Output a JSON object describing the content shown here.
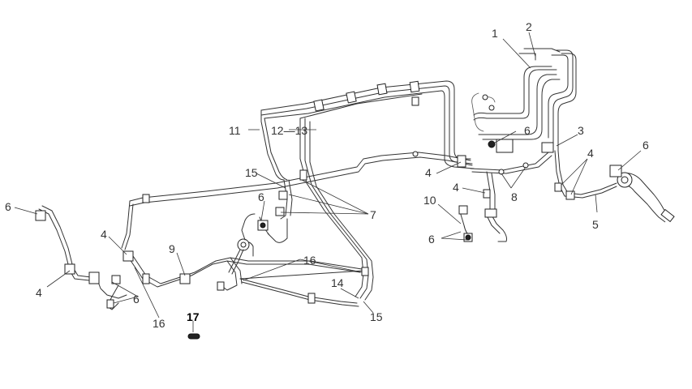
{
  "diagram": {
    "callouts": {
      "c1": "1",
      "c2": "2",
      "c3": "3",
      "c4a": "4",
      "c4b": "4",
      "c4c": "4",
      "c4d": "4",
      "c4e": "4",
      "c5": "5",
      "c6a": "6",
      "c6b": "6",
      "c6c": "6",
      "c6d": "6",
      "c6e": "6",
      "c6f": "6",
      "c7": "7",
      "c8": "8",
      "c9": "9",
      "c10": "10",
      "c11": "11",
      "c12_13": "12—13",
      "c14": "14",
      "c15a": "15",
      "c15b": "15",
      "c16a": "16",
      "c16b": "16",
      "c17": "17"
    }
  }
}
